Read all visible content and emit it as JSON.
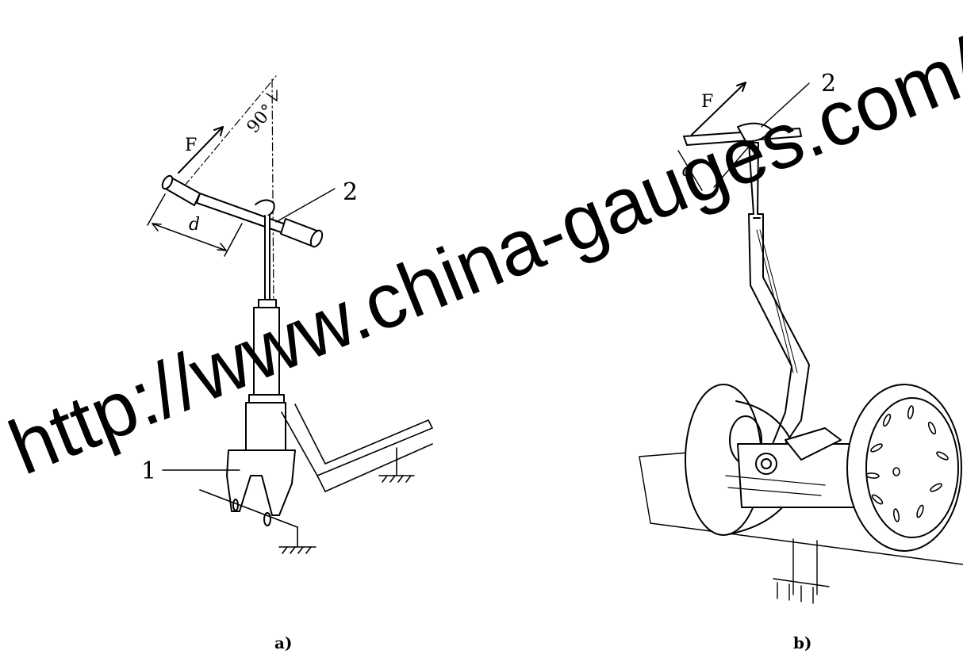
{
  "figure_a": {
    "force_label": "F",
    "angle_label": "90°",
    "distance_label": "d",
    "part1_label": "1",
    "part2_label": "2",
    "caption": "a)"
  },
  "figure_b": {
    "force_label": "F",
    "distance_label": "d",
    "part2_label": "2",
    "caption": "b)"
  },
  "watermark": "http://www.china-gauges.com/"
}
